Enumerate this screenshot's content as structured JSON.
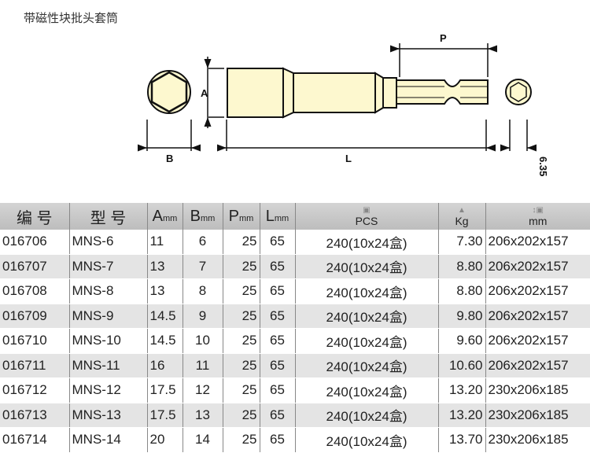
{
  "title": "带磁性块批头套筒",
  "diagram": {
    "labels": {
      "A": "A",
      "B": "B",
      "L": "L",
      "P": "P",
      "hex": "6.35"
    }
  },
  "table": {
    "headers": {
      "code": "编 号",
      "model": "型 号",
      "a": "A",
      "b": "B",
      "p": "P",
      "l": "L",
      "unit": "mm",
      "pcs": "PCS",
      "kg": "Kg",
      "size": "mm"
    },
    "header_icons": {
      "pcs": "box-icon",
      "kg": "weight-icon",
      "size": "carton-dimension-icon"
    },
    "rows": [
      [
        "016706",
        "MNS-6",
        "11",
        "6",
        "25",
        "65",
        "240(10x24盒)",
        "7.30",
        "206x202x157"
      ],
      [
        "016707",
        "MNS-7",
        "13",
        "7",
        "25",
        "65",
        "240(10x24盒)",
        "8.80",
        "206x202x157"
      ],
      [
        "016708",
        "MNS-8",
        "13",
        "8",
        "25",
        "65",
        "240(10x24盒)",
        "8.80",
        "206x202x157"
      ],
      [
        "016709",
        "MNS-9",
        "14.5",
        "9",
        "25",
        "65",
        "240(10x24盒)",
        "9.80",
        "206x202x157"
      ],
      [
        "016710",
        "MNS-10",
        "14.5",
        "10",
        "25",
        "65",
        "240(10x24盒)",
        "9.60",
        "206x202x157"
      ],
      [
        "016711",
        "MNS-11",
        "16",
        "11",
        "25",
        "65",
        "240(10x24盒)",
        "10.60",
        "206x202x157"
      ],
      [
        "016712",
        "MNS-12",
        "17.5",
        "12",
        "25",
        "65",
        "240(10x24盒)",
        "13.20",
        "230x206x185"
      ],
      [
        "016713",
        "MNS-13",
        "17.5",
        "13",
        "25",
        "65",
        "240(10x24盒)",
        "13.20",
        "230x206x185"
      ],
      [
        "016714",
        "MNS-14",
        "20",
        "14",
        "25",
        "65",
        "240(10x24盒)",
        "13.70",
        "230x206x185"
      ]
    ]
  }
}
